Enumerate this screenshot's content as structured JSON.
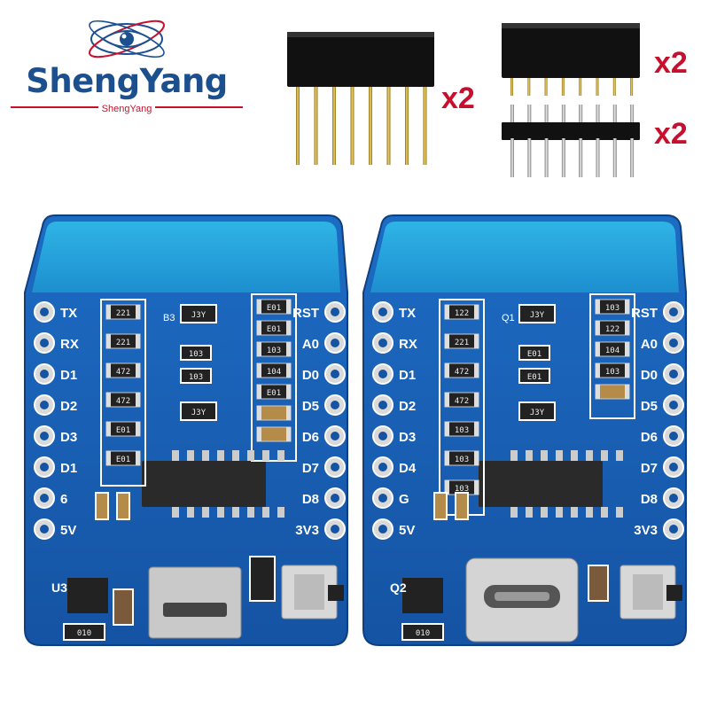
{
  "brand": {
    "name": "ShengYang",
    "subtitle": "ShengYang",
    "accent": "#c8102e",
    "brand_blue": "#1b4f8e"
  },
  "accessories": {
    "long_female_header_qty": "x2",
    "short_female_header_qty": "x2",
    "male_header_qty": "x2"
  },
  "boards": {
    "left": {
      "connector": "micro-usb",
      "pins_left": [
        "TX",
        "RX",
        "D1",
        "D2",
        "D3",
        "D1",
        "6",
        "5V"
      ],
      "pins_right": [
        "RST",
        "A0",
        "D0",
        "D5",
        "D6",
        "D7",
        "D8",
        "3V3"
      ],
      "resistors_left": [
        "221",
        "221",
        "472",
        "472",
        "E01",
        "E01"
      ],
      "resistors_right": [
        "E01",
        "E01",
        "103",
        "104",
        "E01",
        "",
        ""
      ],
      "center_parts": [
        "J3Y",
        "103",
        "103",
        "J3Y"
      ],
      "usb_marks": [
        "U3",
        "B3"
      ],
      "bottom_part": "010"
    },
    "right": {
      "connector": "usb-c",
      "pins_left": [
        "TX",
        "RX",
        "D1",
        "D2",
        "D3",
        "D4",
        "G",
        "5V"
      ],
      "pins_right": [
        "RST",
        "A0",
        "D0",
        "D5",
        "D6",
        "D7",
        "D8",
        "3V3"
      ],
      "resistors_left": [
        "122",
        "221",
        "472",
        "472",
        "103",
        "103",
        "103"
      ],
      "resistors_right": [
        "103",
        "122",
        "104",
        "103",
        ""
      ],
      "center_parts": [
        "J3Y",
        "E01",
        "E01",
        "J3Y"
      ],
      "usb_marks": [
        "Q2",
        "Q1"
      ],
      "bottom_part": "010"
    }
  },
  "colors": {
    "pcb": "#1a63b8",
    "pcb_light": "#2a7fd0",
    "antenna": "#27a8dd",
    "silk": "#ffffff",
    "chip": "#2a2a2a",
    "gold": "#c9a227",
    "silver": "#b8b8b8"
  }
}
